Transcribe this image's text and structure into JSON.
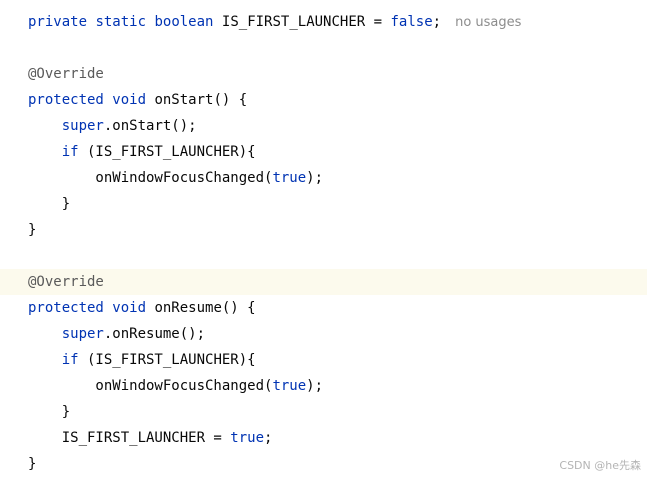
{
  "editor": {
    "lines": [
      {
        "tokens": [
          [
            "kw",
            "private"
          ],
          [
            "plain",
            " "
          ],
          [
            "kw",
            "static"
          ],
          [
            "plain",
            " "
          ],
          [
            "kw",
            "boolean"
          ],
          [
            "plain",
            " IS_FIRST_LAUNCHER = "
          ],
          [
            "kw",
            "false"
          ],
          [
            "plain",
            ";"
          ]
        ],
        "hint": "no usages"
      },
      {
        "tokens": []
      },
      {
        "tokens": [
          [
            "ann",
            "@Override"
          ]
        ]
      },
      {
        "tokens": [
          [
            "kw",
            "protected"
          ],
          [
            "plain",
            " "
          ],
          [
            "kw",
            "void"
          ],
          [
            "plain",
            " onStart() {"
          ]
        ]
      },
      {
        "tokens": [
          [
            "plain",
            "    "
          ],
          [
            "kw",
            "super"
          ],
          [
            "plain",
            ".onStart();"
          ]
        ]
      },
      {
        "tokens": [
          [
            "plain",
            "    "
          ],
          [
            "kw",
            "if"
          ],
          [
            "plain",
            " (IS_FIRST_LAUNCHER){"
          ]
        ]
      },
      {
        "tokens": [
          [
            "plain",
            "        onWindowFocusChanged("
          ],
          [
            "kw",
            "true"
          ],
          [
            "plain",
            ");"
          ]
        ]
      },
      {
        "tokens": [
          [
            "plain",
            "    }"
          ]
        ]
      },
      {
        "tokens": [
          [
            "plain",
            "}"
          ]
        ]
      },
      {
        "tokens": []
      },
      {
        "tokens": [
          [
            "ann",
            "@Override"
          ]
        ],
        "highlight": true
      },
      {
        "tokens": [
          [
            "kw",
            "protected"
          ],
          [
            "plain",
            " "
          ],
          [
            "kw",
            "void"
          ],
          [
            "plain",
            " onResume() {"
          ]
        ]
      },
      {
        "tokens": [
          [
            "plain",
            "    "
          ],
          [
            "kw",
            "super"
          ],
          [
            "plain",
            ".onResume();"
          ]
        ]
      },
      {
        "tokens": [
          [
            "plain",
            "    "
          ],
          [
            "kw",
            "if"
          ],
          [
            "plain",
            " (IS_FIRST_LAUNCHER){"
          ]
        ]
      },
      {
        "tokens": [
          [
            "plain",
            "        onWindowFocusChanged("
          ],
          [
            "kw",
            "true"
          ],
          [
            "plain",
            ");"
          ]
        ]
      },
      {
        "tokens": [
          [
            "plain",
            "    }"
          ]
        ]
      },
      {
        "tokens": [
          [
            "plain",
            "    IS_FIRST_LAUNCHER = "
          ],
          [
            "kw",
            "true"
          ],
          [
            "plain",
            ";"
          ]
        ]
      },
      {
        "tokens": [
          [
            "plain",
            "}"
          ]
        ]
      }
    ]
  },
  "watermark": "CSDN @he先森",
  "colors": {
    "keyword": "#0033b3",
    "annotation": "#5a5a5a",
    "text": "#080808",
    "hint": "#8c8c8c",
    "highlight_line": "#fcfaed"
  }
}
